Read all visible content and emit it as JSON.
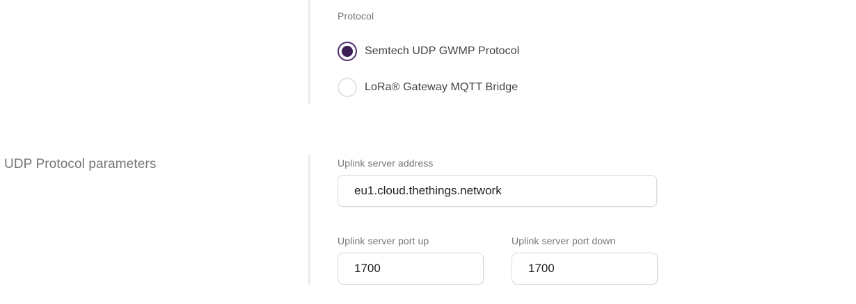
{
  "accent_color": "#3a1e55",
  "divider_color": "#ececec",
  "protocol_section": {
    "label": "Protocol",
    "options": [
      {
        "label": "Semtech UDP GWMP Protocol",
        "selected": true
      },
      {
        "label": "LoRa® Gateway MQTT Bridge",
        "selected": false
      }
    ]
  },
  "udp_section": {
    "heading": "UDP Protocol parameters",
    "fields": {
      "uplink_server_address": {
        "label": "Uplink server address",
        "value": "eu1.cloud.thethings.network"
      },
      "uplink_server_port_up": {
        "label": "Uplink server port up",
        "value": "1700"
      },
      "uplink_server_port_down": {
        "label": "Uplink server port down",
        "value": "1700"
      }
    }
  }
}
